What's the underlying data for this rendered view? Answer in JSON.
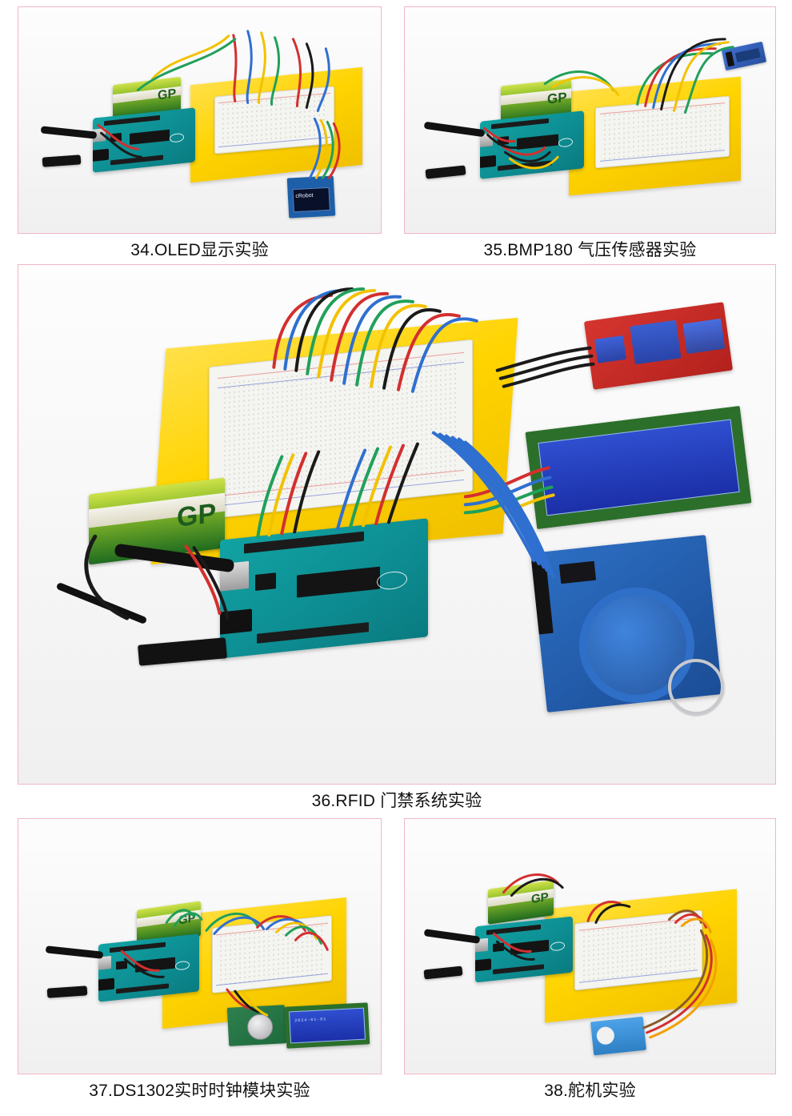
{
  "page": {
    "background_color": "#ffffff",
    "frame_border_color": "#f0b7c4",
    "caption_color": "#111111"
  },
  "figures": [
    {
      "id": "fig-34",
      "number": "34.",
      "caption": "34.OLED显示实验",
      "title_text": "OLED显示实验",
      "components": [
        {
          "name": "arduino-uno-board",
          "color": "#12a3a3"
        },
        {
          "name": "breadboard",
          "color": "#f4f4f1"
        },
        {
          "name": "yellow-acrylic-base",
          "color": "#ffd400"
        },
        {
          "name": "nine-volt-battery",
          "label": "GP",
          "color": "#8fbf2a"
        },
        {
          "name": "oled-display-module",
          "label": "cRobot",
          "color": "#1d5fa8"
        },
        {
          "name": "usb-cable",
          "color": "#111111"
        },
        {
          "name": "jumper-wires",
          "colors": [
            "#d32f2f",
            "#1a1a1a",
            "#2f6fd0",
            "#f2c200",
            "#21a05a",
            "#ffffff"
          ]
        }
      ]
    },
    {
      "id": "fig-35",
      "number": "35.",
      "caption": "35.BMP180 气压传感器实验",
      "title_text": "BMP180 气压传感器实验",
      "components": [
        {
          "name": "arduino-uno-board",
          "color": "#12a3a3"
        },
        {
          "name": "breadboard",
          "color": "#f4f4f1"
        },
        {
          "name": "yellow-acrylic-base",
          "color": "#ffd400"
        },
        {
          "name": "nine-volt-battery",
          "label": "GP",
          "color": "#8fbf2a"
        },
        {
          "name": "bmp180-pressure-sensor-module",
          "color": "#2f5fb8"
        },
        {
          "name": "usb-cable",
          "color": "#111111"
        },
        {
          "name": "jumper-wires",
          "colors": [
            "#d32f2f",
            "#1a1a1a",
            "#2f6fd0",
            "#f2c200",
            "#21a05a"
          ]
        }
      ]
    },
    {
      "id": "fig-36",
      "number": "36.",
      "caption": "36.RFID 门禁系统实验",
      "title_text": "RFID 门禁系统实验",
      "components": [
        {
          "name": "arduino-uno-board",
          "color": "#12a3a3"
        },
        {
          "name": "breadboard",
          "color": "#f4f4f1"
        },
        {
          "name": "yellow-acrylic-base",
          "color": "#ffd400"
        },
        {
          "name": "nine-volt-battery",
          "label": "GP",
          "color": "#8fbf2a"
        },
        {
          "name": "lcd1602-display",
          "color": "#2b6f2b"
        },
        {
          "name": "rc522-rfid-reader-module",
          "color": "#2d6fc4"
        },
        {
          "name": "rfid-keyfob",
          "color": "#2a62b8"
        },
        {
          "name": "relay-module",
          "color": "#c62a25"
        },
        {
          "name": "usb-cable",
          "color": "#111111"
        },
        {
          "name": "jumper-wires",
          "colors": [
            "#d32f2f",
            "#1a1a1a",
            "#2f6fd0",
            "#f2c200",
            "#21a05a",
            "#ffffff"
          ]
        }
      ]
    },
    {
      "id": "fig-37",
      "number": "37.",
      "caption": "37.DS1302实时时钟模块实验",
      "title_text": "DS1302实时时钟模块实验",
      "components": [
        {
          "name": "arduino-uno-board",
          "color": "#12a3a3"
        },
        {
          "name": "breadboard",
          "color": "#f4f4f1"
        },
        {
          "name": "yellow-acrylic-base",
          "color": "#ffd400"
        },
        {
          "name": "nine-volt-battery",
          "label": "GP",
          "color": "#8fbf2a"
        },
        {
          "name": "ds1302-rtc-module",
          "color": "#2f7f4f"
        },
        {
          "name": "lcd1602-display",
          "color": "#2b6f2b"
        },
        {
          "name": "usb-cable",
          "color": "#111111"
        },
        {
          "name": "jumper-wires",
          "colors": [
            "#d32f2f",
            "#1a1a1a",
            "#2f6fd0",
            "#f2c200",
            "#21a05a"
          ]
        }
      ]
    },
    {
      "id": "fig-38",
      "number": "38.",
      "caption": "38.舵机实验",
      "title_text": "舵机实验",
      "components": [
        {
          "name": "arduino-uno-board",
          "color": "#12a3a3"
        },
        {
          "name": "breadboard",
          "color": "#f4f4f1"
        },
        {
          "name": "yellow-acrylic-base",
          "color": "#ffd400"
        },
        {
          "name": "nine-volt-battery",
          "label": "GP",
          "color": "#8fbf2a"
        },
        {
          "name": "servo-motor",
          "color": "#3f93de"
        },
        {
          "name": "usb-cable",
          "color": "#111111"
        },
        {
          "name": "jumper-wires",
          "colors": [
            "#d32f2f",
            "#1a1a1a",
            "#f2a000",
            "#8a5a2b"
          ]
        }
      ]
    }
  ]
}
